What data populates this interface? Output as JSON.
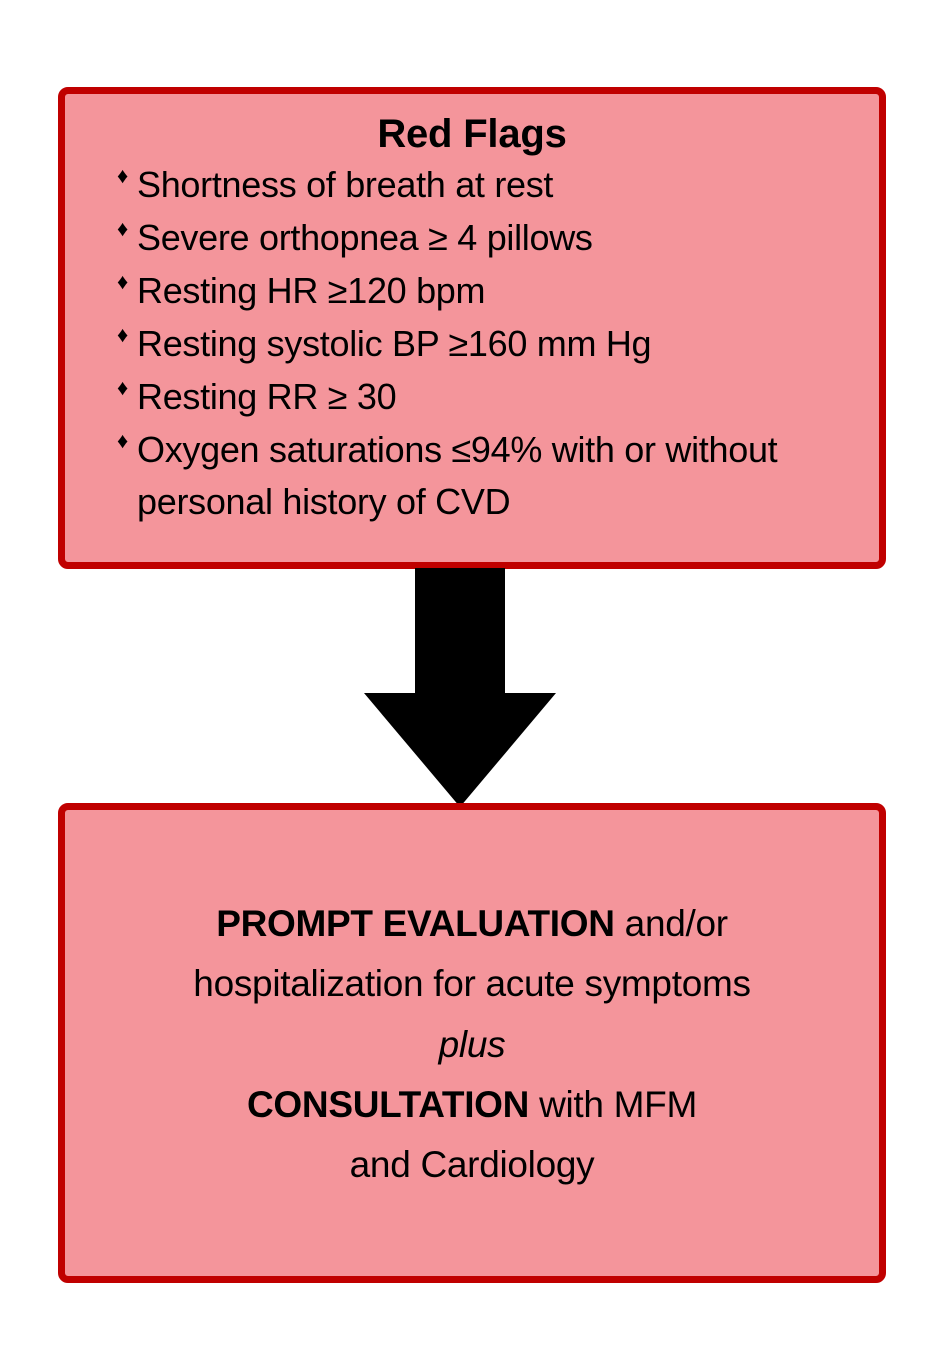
{
  "diagram": {
    "type": "flowchart",
    "orientation": "vertical",
    "colors": {
      "box_fill": "#F4959B",
      "box_border": "#C00000",
      "text": "#000000",
      "arrow": "#000000",
      "background": "#FFFFFF"
    },
    "nodes": [
      {
        "id": "red-flags",
        "title": "Red Flags",
        "bullet_glyph": "♦",
        "items": [
          "Shortness of breath at rest",
          "Severe orthopnea ≥ 4 pillows",
          "Resting HR ≥120 bpm",
          "Resting systolic BP ≥160 mm Hg",
          "Resting RR ≥ 30",
          "Oxygen saturations ≤94% with or without personal history of CVD"
        ]
      },
      {
        "id": "action",
        "lines": [
          {
            "bold": "PROMPT EVALUATION",
            "rest": " and/or"
          },
          {
            "bold": "",
            "rest": "hospitalization for acute symptoms"
          },
          {
            "italic": "plus"
          },
          {
            "bold": "CONSULTATION",
            "rest": " with MFM"
          },
          {
            "bold": "",
            "rest": "and Cardiology"
          }
        ]
      }
    ],
    "connectors": [
      {
        "id": "arrow-red-flags-to-action",
        "name": "down-arrow",
        "from": "red-flags",
        "to": "action",
        "direction": "down"
      }
    ]
  },
  "action_text": {
    "line1_bold": "PROMPT EVALUATION",
    "line1_rest": " and/or",
    "line2": "hospitalization for acute symptoms",
    "line3_italic": "plus",
    "line4_bold": "CONSULTATION",
    "line4_rest": " with MFM",
    "line5": "and Cardiology"
  },
  "red_flags": {
    "title": "Red Flags",
    "bullet": "♦",
    "item1": "Shortness of breath at rest",
    "item2": "Severe orthopnea ≥ 4 pillows",
    "item3": "Resting HR ≥120 bpm",
    "item4": "Resting systolic BP ≥160 mm Hg",
    "item5": "Resting RR ≥ 30",
    "item6": "Oxygen saturations ≤94% with or without personal history of CVD"
  }
}
